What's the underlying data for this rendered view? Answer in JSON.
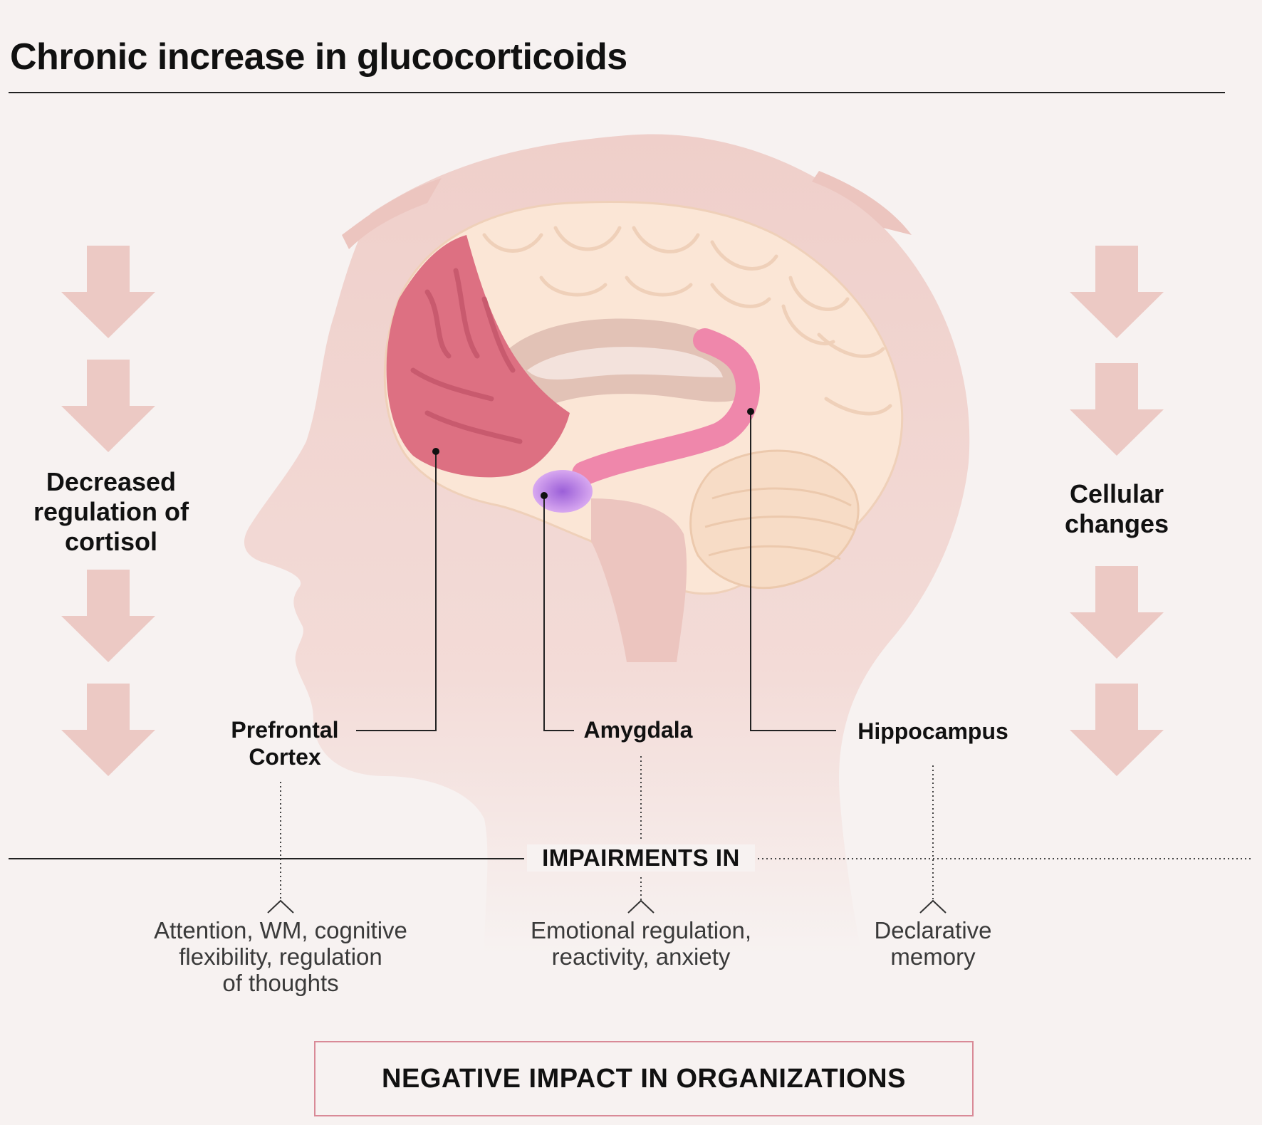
{
  "title": "Chronic increase in glucocorticoids",
  "left_side": {
    "label_lines": [
      "Decreased",
      "regulation of",
      "cortisol"
    ],
    "arrow_icon": "down-arrow-icon",
    "arrow_count": 4
  },
  "right_side": {
    "label_lines": [
      "Cellular",
      "changes"
    ],
    "arrow_icon": "down-arrow-icon",
    "arrow_count": 4
  },
  "regions": {
    "prefrontal": {
      "lines": [
        "Prefrontal",
        "Cortex"
      ],
      "color": "#dd7082"
    },
    "amygdala": {
      "lines": [
        "Amygdala"
      ],
      "color": "#c78ae6"
    },
    "hippocampus": {
      "lines": [
        "Hippocampus"
      ],
      "color": "#ef87ab"
    }
  },
  "impairments_label": "IMPAIRMENTS IN",
  "effects": {
    "prefrontal": [
      "Attention, WM, cognitive",
      "flexibility, regulation",
      "of thoughts"
    ],
    "amygdala": [
      "Emotional regulation,",
      "reactivity, anxiety"
    ],
    "hippocampus": [
      "Declarative",
      "memory"
    ]
  },
  "impact_box": "NEGATIVE IMPACT IN ORGANIZATIONS",
  "colors": {
    "background": "#f7f2f1",
    "arrow": "#ecc9c4",
    "head": "#f1d3ce",
    "brain": "#fbe6d6",
    "brain_outline": "#efd0b9",
    "prefrontal": "#dd7082",
    "amygdala": "#c78ae6",
    "hippocampus": "#ef87ab",
    "box_border": "#d98a97"
  }
}
